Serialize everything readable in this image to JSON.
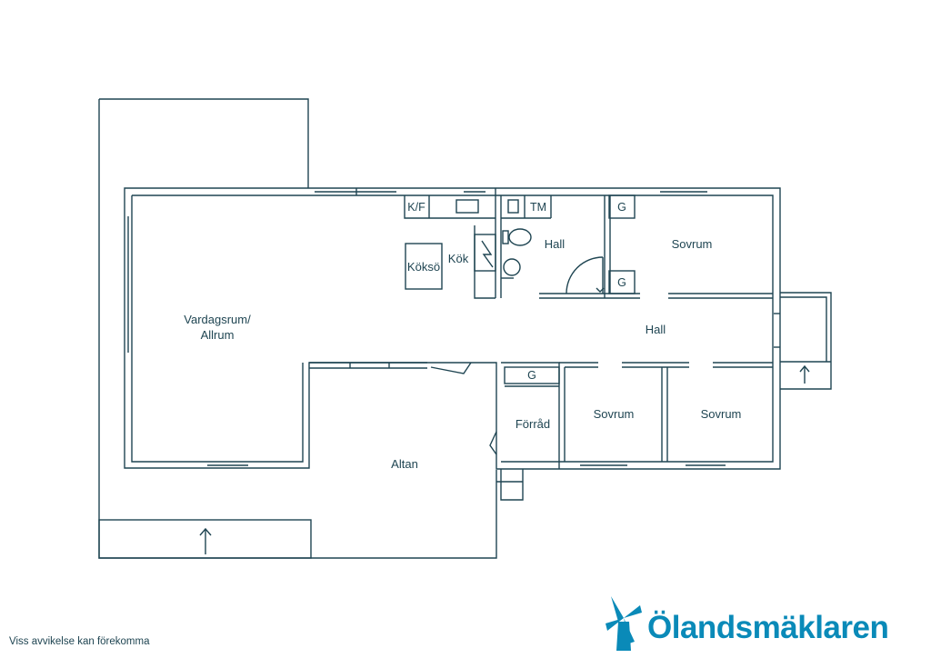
{
  "colors": {
    "line": "#1f4552",
    "brand": "#0a8ab8",
    "background": "#ffffff"
  },
  "rooms": {
    "vardagsrum_line1": "Vardagsrum/",
    "vardagsrum_line2": "Allrum",
    "koksö": "Köksö",
    "kok": "Kök",
    "hall_bath": "Hall",
    "sovrum_top": "Sovrum",
    "hall_main": "Hall",
    "forrad": "Förråd",
    "sovrum_mid": "Sovrum",
    "sovrum_right": "Sovrum",
    "altan": "Altan"
  },
  "symbols": {
    "kf": "K/F",
    "tm": "TM",
    "g1": "G",
    "g2": "G",
    "g3": "G"
  },
  "icons": [
    "entrance-arrow-icon",
    "windmill-logo-icon"
  ],
  "footer": {
    "disclaimer": "Viss avvikelse kan förekomma"
  },
  "brand": {
    "name": "Ölandsmäklaren"
  }
}
